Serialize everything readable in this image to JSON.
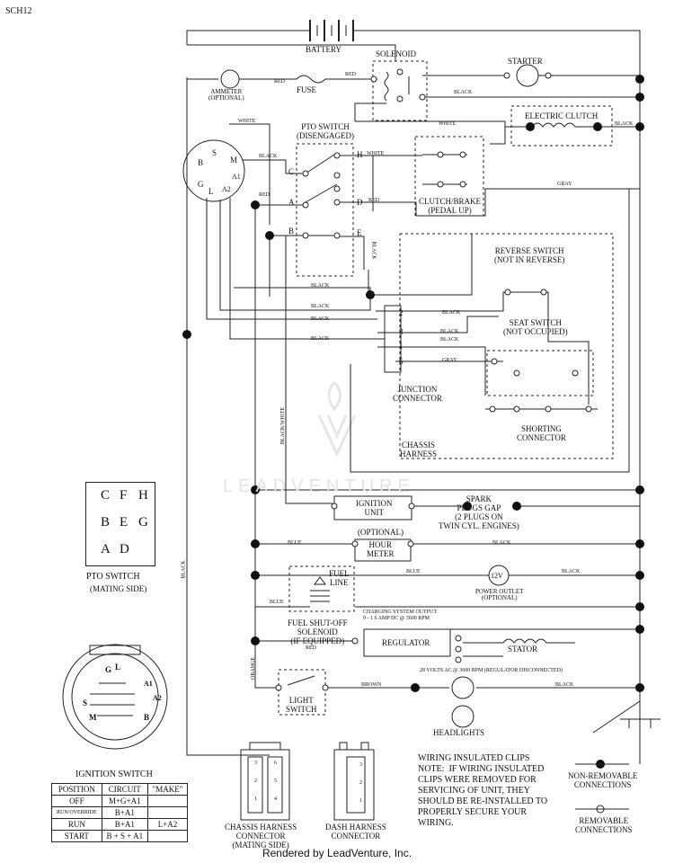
{
  "code": "SCH12",
  "watermark": "LEADVENTURE",
  "footer": "Rendered by LeadVenture, Inc.",
  "labels": {
    "battery": "BATTERY",
    "solenoid": "SOLENOID",
    "starter": "STARTER",
    "ammeter": "AMMETER\n(OPTIONAL)",
    "fuse": "FUSE",
    "pto_switch": "PTO SWITCH\n(DISENGAGED)",
    "electric_clutch": "ELECTRIC CLUTCH",
    "clutch_brake": "CLUTCH/BRAKE\n(PEDAL UP)",
    "reverse_switch": "REVERSE SWITCH\n(NOT IN REVERSE)",
    "seat_switch": "SEAT SWITCH\n(NOT OCCUPIED)",
    "junction_connector": "JUNCTION\nCONNECTOR",
    "shorting_connector": "SHORTING\nCONNECTOR",
    "chassis_harness": "CHASSIS\nHARNESS",
    "ignition_unit": "IGNITION\nUNIT",
    "spark_plugs_gap": "SPARK\nPLUGS GAP\n(2 PLUGS ON\nTWIN CYL. ENGINES)",
    "hour_meter_opt": "(OPTIONAL)",
    "hour_meter": "HOUR\nMETER",
    "power_outlet": "POWER OUTLET\n(OPTIONAL)",
    "outlet_voltage": "12V",
    "fuel_line": "FUEL\nLINE",
    "fuel_solenoid": "FUEL SHUT-OFF\nSOLENOID\n(IF EQUIPPED)",
    "charging_output": "CHARGING SYSTEM OUTPUT\n9 - 1 6 AMP DC @ 3600 RPM",
    "regulator": "REGULATOR",
    "stator": "STATOR",
    "ac_volts": "28 VOLTS AC @ 3600 RPM (REGULATOR DISCONNECTED)",
    "light_switch": "LIGHT\nSWITCH",
    "headlights": "HEADLIGHTS",
    "pto_mating_title": "PTO SWITCH",
    "pto_mating_side": "(MATING SIDE)",
    "ignition_switch": "IGNITION SWITCH",
    "chassis_conn": "CHASSIS HARNESS\nCONNECTOR\n(MATING SIDE)",
    "dash_conn": "DASH HARNESS\nCONNECTOR",
    "clips_note": "WIRING INSULATED CLIPS\nNOTE:  IF WIRING INSULATED\nCLIPS WERE REMOVED FOR\nSERVICING OF UNIT, THEY\nSHOULD BE RE-INSTALLED TO\nPROPERLY SECURE YOUR\nWIRING.",
    "non_removable": "NON-REMOVABLE\nCONNECTIONS",
    "removable": "REMOVABLE\nCONNECTIONS"
  },
  "wires": {
    "red": "RED",
    "black": "BLACK",
    "white": "WHITE",
    "gray": "GRAY",
    "blue": "BLUE",
    "orange": "ORANGE",
    "brown": "BROWN",
    "black_white": "BLACK/WHITE"
  },
  "pto_terminals": [
    "C",
    "H",
    "A",
    "D",
    "B",
    "E"
  ],
  "ignition_terminals": [
    "B",
    "S",
    "M",
    "G",
    "L",
    "A2",
    "A1"
  ],
  "junction_pins": [
    "2",
    "3",
    "1",
    "6"
  ],
  "pto_mating": [
    "C",
    "F",
    "H",
    "B",
    "E",
    "G",
    "A",
    "D"
  ],
  "ignition_face": [
    "G",
    "L",
    "A1",
    "A2",
    "S",
    "M",
    "B"
  ],
  "ignition_table": {
    "headers": [
      "POSITION",
      "CIRCUIT",
      "\"MAKE\""
    ],
    "rows": [
      [
        "OFF",
        "M+G+A1",
        ""
      ],
      [
        "RUN/OVERRIDE",
        "B+A1",
        ""
      ],
      [
        "RUN",
        "B+A1",
        "L+A2"
      ],
      [
        "START",
        "B + S + A1",
        ""
      ]
    ]
  },
  "chassis_pins": [
    "3",
    "6",
    "2",
    "5",
    "1",
    "4"
  ],
  "dash_pins": [
    "3",
    "2",
    "1"
  ]
}
